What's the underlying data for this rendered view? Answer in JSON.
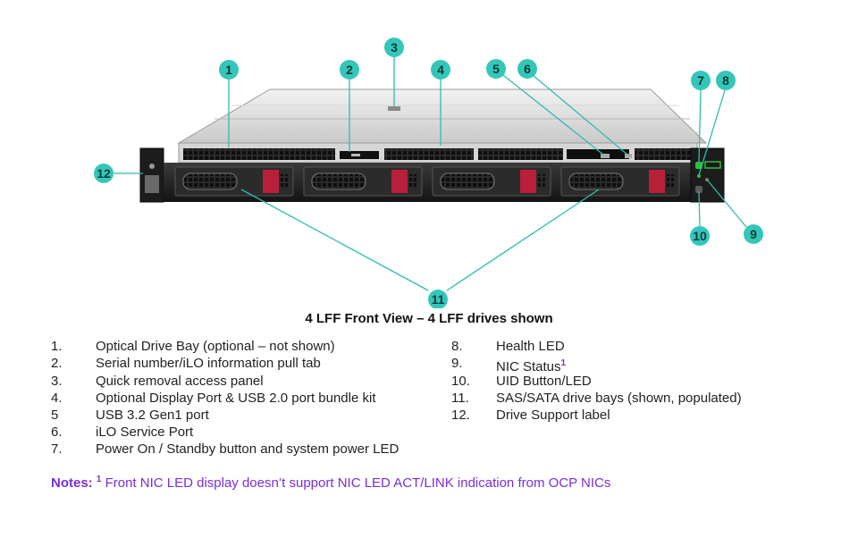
{
  "diagram": {
    "caption": "4 LFF Front View – 4 LFF drives shown",
    "callouts": [
      "1",
      "2",
      "3",
      "4",
      "5",
      "6",
      "7",
      "8",
      "9",
      "10",
      "11",
      "12"
    ],
    "colors": {
      "callout": "#34c6b9",
      "leader": "#2fbcb0",
      "accent": "#7b2fd6",
      "drive_latch": "#b8203a",
      "health_led": "#2fbf3a"
    }
  },
  "legend": {
    "left": [
      {
        "num": "1.",
        "text": "Optical Drive Bay (optional – not shown)"
      },
      {
        "num": "2.",
        "text": "Serial number/iLO information pull tab"
      },
      {
        "num": "3.",
        "text": "Quick removal access panel"
      },
      {
        "num": "4.",
        "text": "Optional Display Port & USB 2.0 port bundle kit"
      },
      {
        "num": "5",
        "text": "USB 3.2 Gen1 port"
      },
      {
        "num": "6.",
        "text": "iLO Service Port"
      },
      {
        "num": "7.",
        "text": "Power On / Standby button and system power LED"
      }
    ],
    "right": [
      {
        "num": "8.",
        "text": "Health LED",
        "sup": ""
      },
      {
        "num": "9.",
        "text": "NIC Status",
        "sup": "1"
      },
      {
        "num": "10.",
        "text": "UID Button/LED",
        "sup": ""
      },
      {
        "num": "11.",
        "text": "SAS/SATA drive bays (shown, populated)",
        "sup": ""
      },
      {
        "num": "12.",
        "text": "Drive Support label",
        "sup": ""
      }
    ]
  },
  "notes": {
    "label": "Notes:",
    "sup": "1",
    "text": "Front NIC LED display doesn’t support NIC LED ACT/LINK indication from OCP NICs"
  }
}
